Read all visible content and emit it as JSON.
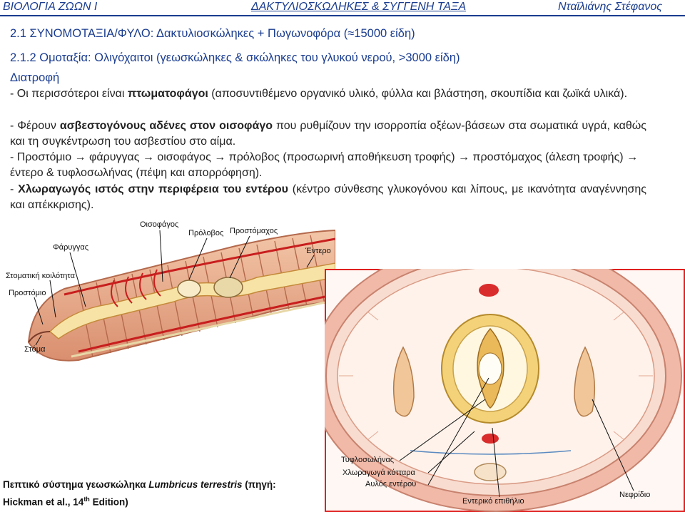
{
  "header": {
    "left": "ΒΙΟΛΟΓΙΑ ΖΩΩΝ Ι",
    "center": "ΔΑΚΤΥΛΙΟΣΚΩΛΗΚΕΣ & ΣΥΓΓΕΝΗ ΤΑΞΑ",
    "right": "Νταϊλιάνης Στέφανος"
  },
  "headings": {
    "h1": "2.1 ΣΥΝΟΜΟΤΑΞΙΑ/ΦΥΛΟ: Δακτυλιοσκώληκες + Πωγωνοφόρα (≈15000 είδη)",
    "h2": "2.1.2 Ομοταξία: Ολιγόχαιτοι (γεωσκώληκες & σκώληκες του γλυκού νερού, >3000 είδη)",
    "h3": "Διατροφή"
  },
  "paragraphs": {
    "p1": {
      "a": "- Οι περισσότεροι είναι ",
      "b": "πτωματοφάγοι",
      "c": " (αποσυντιθέμενο οργανικό υλικό, φύλλα και βλάστηση, σκουπίδια και ζωϊκά υλικά)."
    },
    "p2": {
      "a": "- Φέρουν ",
      "b": "ασβεστογόνους αδένες στον οισοφάγο",
      "c": " που ρυθμίζουν την ισορροπία οξέων-βάσεων στα σωματικά υγρά, καθώς και τη συγκέντρωση του ασβεστίου στο αίμα."
    },
    "p3": {
      "a": "- Προστόμιο → φάρυγγας → οισοφάγος → πρόλοβος (προσωρινή αποθήκευση τροφής) → προστόμαχος (άλεση τροφής) → έντερο & τυφλοσωλήνας (πέψη και απορρόφηση)."
    },
    "p4": {
      "a": "- ",
      "b": "Χλωραγωγός ιστός στην περιφέρεια του εντέρου",
      "c": " (κέντρο σύνθεσης γλυκογόνου και λίπους, με ικανότητα αναγέννησης και απέκκρισης)."
    }
  },
  "caption": {
    "a": "Πεπτικό σύστημα γεωσκώληκα ",
    "b": "Lumbricus terrestris",
    "c": " (πηγή: Hickman et al., 14",
    "sup": "th",
    "d": " Edition)"
  },
  "figure_left_labels": {
    "oisofagos": "Οισοφάγος",
    "prolovos": "Πρόλοβος",
    "prostomachos": "Προστόμαχος",
    "farygas": "Φάρυγγας",
    "entero": "Έντερο",
    "stomatiki": "Στοματική κοιλότητα",
    "prostomio": "Προστόμιο",
    "stoma": "Στόμα"
  },
  "figure_right_labels": {
    "tyflosolinas": "Τυφλοσωλήνας",
    "chloragogi": "Χλωραγωγά κύτταρα",
    "aulos": "Αυλός εντέρου",
    "epithilio": "Εντερικό επιθήλιο",
    "nefridio": "Νεφρίδιο"
  },
  "colors": {
    "heading": "#1a3c8f",
    "body_text": "#222222",
    "frame_red": "#e02020"
  }
}
